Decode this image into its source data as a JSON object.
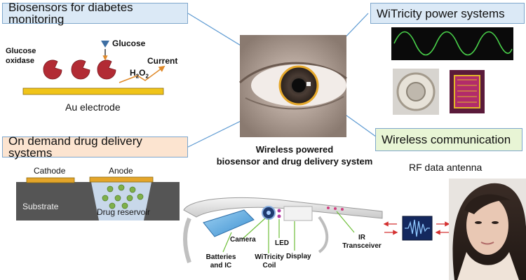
{
  "panels": {
    "biosensor": {
      "title": "Biosensors for diabetes monitoring",
      "enzyme_label_line1": "Glucose",
      "enzyme_label_line2": "oxidase",
      "glucose_label": "Glucose",
      "h2o2_main": "H",
      "h2o2_sub1": "2",
      "h2o2_mid": "O",
      "h2o2_sub2": "2",
      "current_label": "Current",
      "electrode_label": "Au electrode"
    },
    "drug_delivery": {
      "title": "On demand drug delivery systems",
      "cathode_label": "Cathode",
      "anode_label": "Anode",
      "substrate_label": "Substrate",
      "reservoir_label": "Drug reservoir"
    },
    "witricity": {
      "title": "WiTricity power systems"
    },
    "wireless_comm": {
      "title": "Wireless communication",
      "rf_label": "RF data antenna"
    },
    "center": {
      "caption_line1": "Wireless powered",
      "caption_line2": "biosensor and drug delivery system"
    },
    "glasses": {
      "camera": "Camera",
      "led": "LED",
      "batteries_line1": "Batteries",
      "batteries_line2": "and IC",
      "witricity_line1": "WiTricity",
      "witricity_line2": "Coil",
      "display": "Display",
      "ir_line1": "IR",
      "ir_line2": "Transceiver"
    }
  },
  "colors": {
    "blue_box": "#dbe9f6",
    "orange_box": "#fce4d0",
    "green_box": "#e8f5d5",
    "enzyme": "#b22b34",
    "electrode": "#f0c419",
    "drug_dot": "#7fb04a",
    "substrate": "#555555",
    "reservoir": "#c8d8ea"
  }
}
